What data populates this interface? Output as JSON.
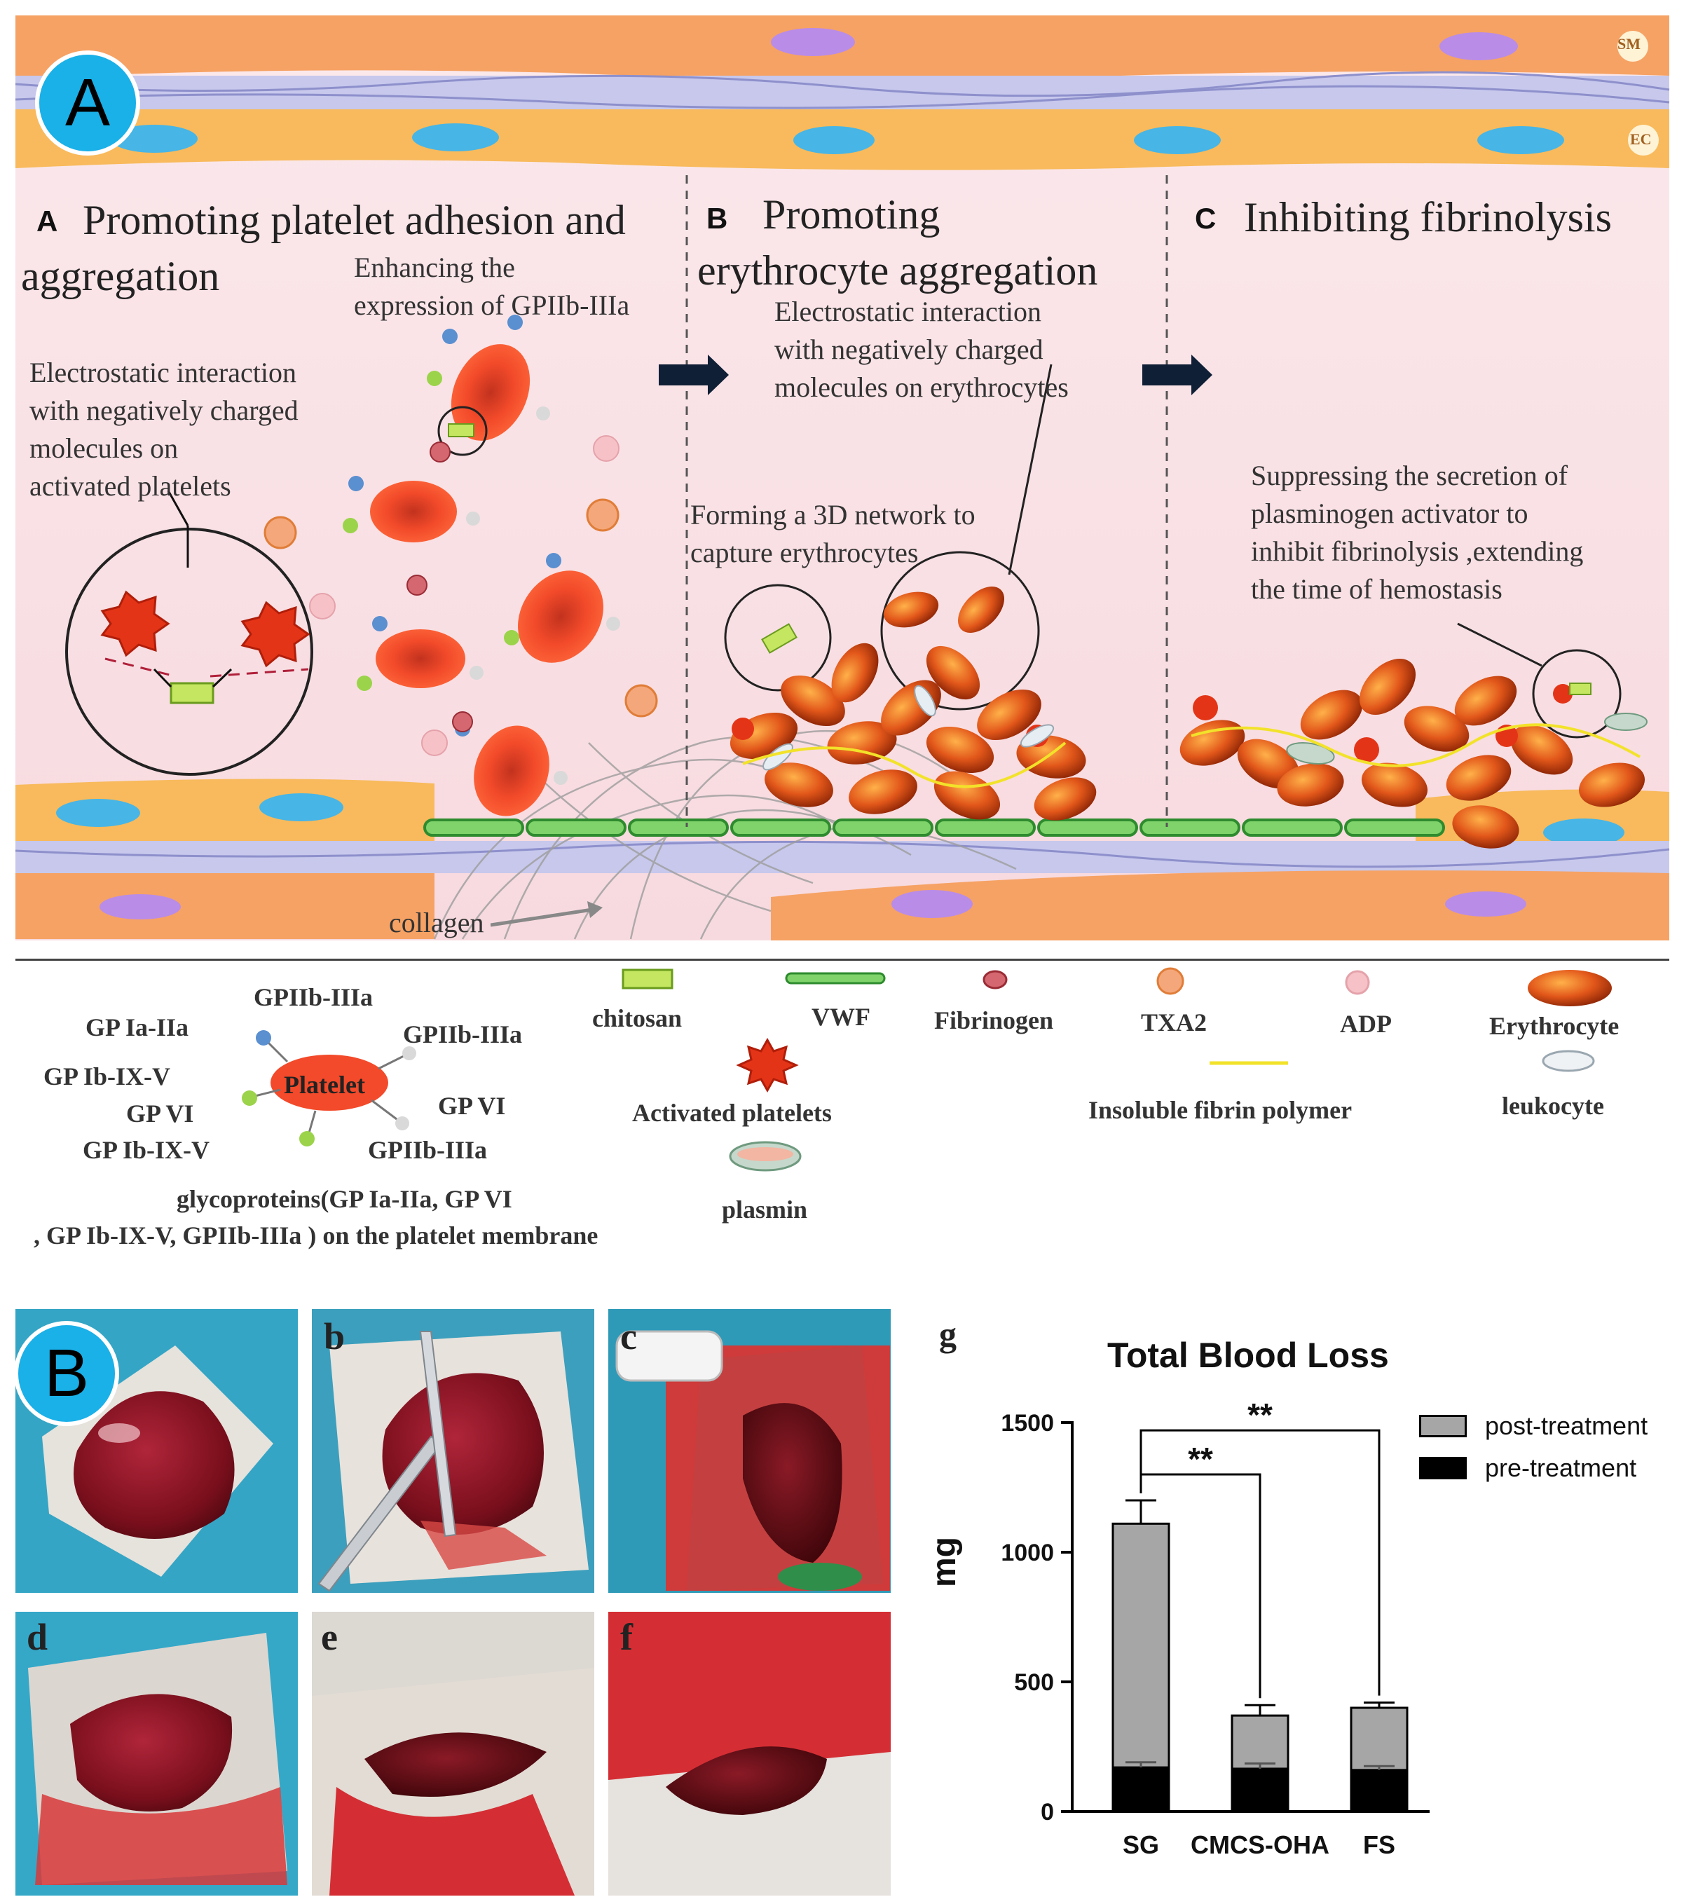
{
  "panel_a": {
    "badge": "A",
    "vessel_labels": {
      "sm": "SM",
      "ec": "EC",
      "collagen": "collagen"
    },
    "section_a": {
      "letter": "A",
      "title_line1": "Promoting platelet adhesion and",
      "title_line2": "aggregation",
      "note_gp": [
        "Enhancing the",
        "expression of GPIIb-IIIa"
      ],
      "note_es": [
        "Electrostatic interaction",
        "with negatively charged",
        "molecules on",
        "activated platelets"
      ]
    },
    "section_b": {
      "letter": "B",
      "title_line1": "Promoting",
      "title_line2": "erythrocyte aggregation",
      "note_es": [
        "Electrostatic interaction",
        "with negatively charged",
        "molecules on erythrocytes"
      ],
      "note_3d": [
        "Forming a 3D network  to",
        "capture erythrocytes"
      ]
    },
    "section_c": {
      "letter": "C",
      "title": "Inhibiting  fibrinolysis",
      "note": [
        "Suppressing the secretion of",
        "plasminogen activator  to",
        "inhibit fibrinolysis ,extending",
        "the time of hemostasis"
      ]
    },
    "legend": {
      "gp_labels": [
        "GP Ia-IIa",
        "GP Ib-IX-V",
        "GP VI",
        "GP Ib-IX-V",
        "GPIIb-IIIa",
        "GPIIb-IIIa",
        "GP VI",
        "GPIIb-IIIa"
      ],
      "platelet": "Platelet",
      "glyco_line1": "glycoproteins(GP Ia-IIa, GP VI",
      "glyco_line2": ", GP Ib-IX-V, GPIIb-IIIa ) on the platelet membrane",
      "chitosan": "chitosan",
      "vwf": "VWF",
      "fibrinogen": "Fibrinogen",
      "txa2": "TXA2",
      "adp": "ADP",
      "erythrocyte": "Erythrocyte",
      "activated_platelets": "Activated platelets",
      "insoluble_fibrin": "Insoluble fibrin polymer",
      "leukocyte": "leukocyte",
      "plasmin": "plasmin"
    }
  },
  "panel_b": {
    "badge": "B",
    "photo_letters": [
      "b",
      "c",
      "d",
      "e",
      "f"
    ],
    "chart_letter": "g"
  },
  "chart_data": {
    "type": "bar",
    "stacked": true,
    "title": "Total Blood Loss",
    "xlabel": "",
    "ylabel": "mg",
    "categories": [
      "SG",
      "CMCS-OHA",
      "FS"
    ],
    "ylim": [
      0,
      1500
    ],
    "yticks": [
      "0",
      "500",
      "1000",
      "1500"
    ],
    "series": [
      {
        "name": "pre-treatment",
        "values": [
          170,
          165,
          160
        ],
        "errors": [
          20,
          20,
          15
        ],
        "color": "#000000"
      },
      {
        "name": "post-treatment",
        "values": [
          940,
          205,
          240
        ],
        "errors": [
          90,
          40,
          20
        ],
        "color": "#a6a6a6"
      }
    ],
    "significance": [
      {
        "from": "SG",
        "to": "CMCS-OHA",
        "label": "**"
      },
      {
        "from": "SG",
        "to": "FS",
        "label": "**"
      }
    ],
    "legend_position": "top-right"
  }
}
